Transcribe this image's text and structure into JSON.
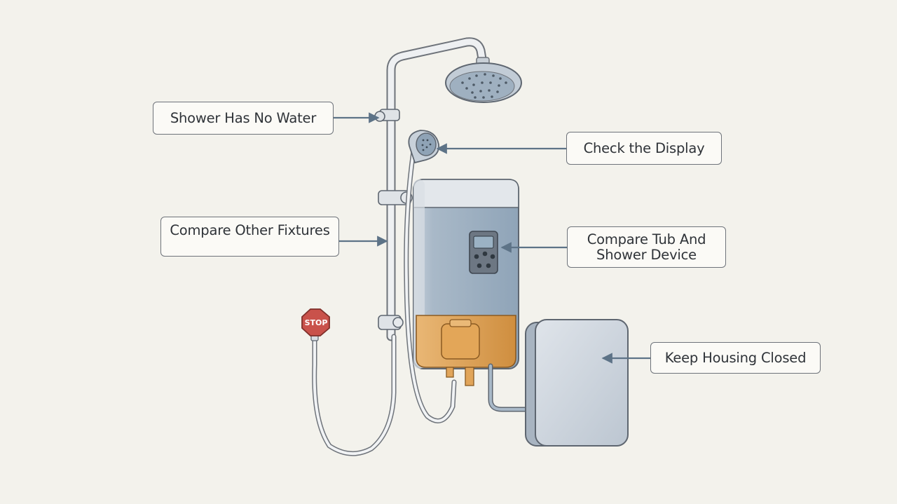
{
  "callouts": {
    "no_water": "Shower Has No Water",
    "display": "Check the Display",
    "fixtures": "Compare Other Fixtures",
    "tub_device": "Compare Tub And\nShower Device",
    "housing": "Keep Housing Closed"
  },
  "stop_sign": {
    "label": "STOP",
    "color": "#c9524b"
  },
  "colors": {
    "background": "#f3f2ec",
    "pipe": "#e9ecef",
    "heater_body": "#a9b9c8",
    "heater_filter": "#e0a45a",
    "housing": "#cfd6df",
    "arrow": "#5d7387",
    "outline": "#6e737a"
  },
  "icons": [
    "rain-showerhead-icon",
    "handheld-showerhead-icon",
    "water-heater-icon",
    "stop-sign-icon",
    "electrical-housing-icon"
  ]
}
